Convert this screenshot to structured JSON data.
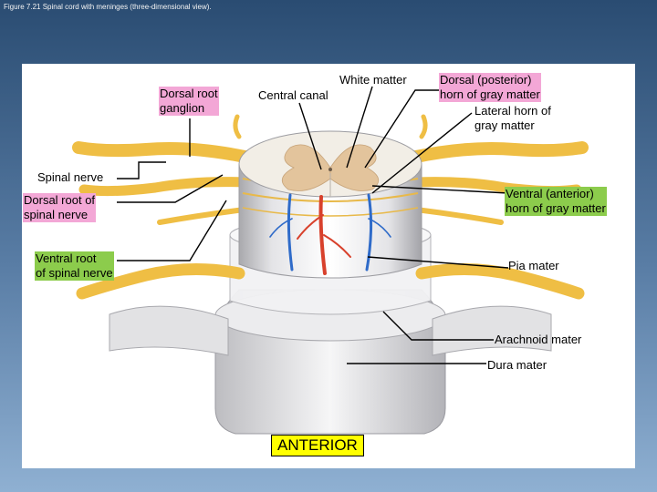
{
  "figure": {
    "caption": "Figure 7.21 Spinal cord with meninges (three-dimensional view)."
  },
  "labels": {
    "dorsal_root_ganglion": "Dorsal root\nganglion",
    "central_canal": "Central canal",
    "white_matter": "White matter",
    "dorsal_horn": "Dorsal (posterior)\nhorn of gray matter",
    "lateral_horn": "Lateral horn of\ngray matter",
    "spinal_nerve": "Spinal nerve",
    "dorsal_root_of_spinal_nerve": "Dorsal root of\nspinal nerve",
    "ventral_horn": "Ventral (anterior)\nhorn of gray matter",
    "ventral_root": "Ventral root\nof spinal nerve",
    "pia_mater": "Pia mater",
    "arachnoid_mater": "Arachnoid mater",
    "dura_mater": "Dura mater",
    "anterior": "ANTERIOR"
  },
  "colors": {
    "highlight_pink": "#f3a7d6",
    "highlight_green": "#8ccc4c",
    "highlight_yellow": "#ffff00",
    "nerve": "#f0c24a",
    "gray_matter": "#e3c49c",
    "artery": "#d8412c",
    "vein": "#2f6bc9"
  }
}
